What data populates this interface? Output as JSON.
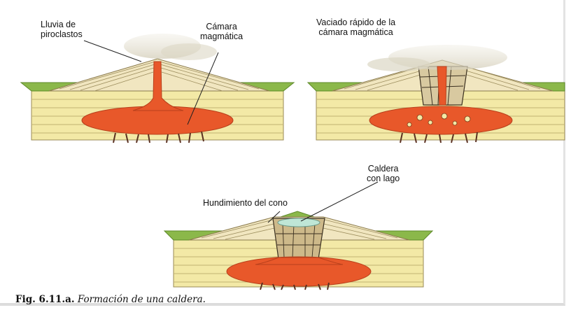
{
  "diagram": {
    "panel1": {
      "label_left": [
        "Lluvia de",
        "piroclastos"
      ],
      "label_right": [
        "Cámara",
        "magmática"
      ]
    },
    "panel2": {
      "label": [
        "Vaciado rápido de la",
        "cámara magmática"
      ]
    },
    "panel3": {
      "label_left": "Hundimiento del cono",
      "label_right": [
        "Caldera",
        "con lago"
      ]
    }
  },
  "caption": {
    "number": "Fig. 6.11.a.",
    "text": "Formación de una caldera."
  },
  "colors": {
    "ground": "#f3e9a6",
    "strata_line": "#b8a86c",
    "grass": "#7fae3f",
    "magma": "#e8582a",
    "lake": "#bfe6d6"
  }
}
